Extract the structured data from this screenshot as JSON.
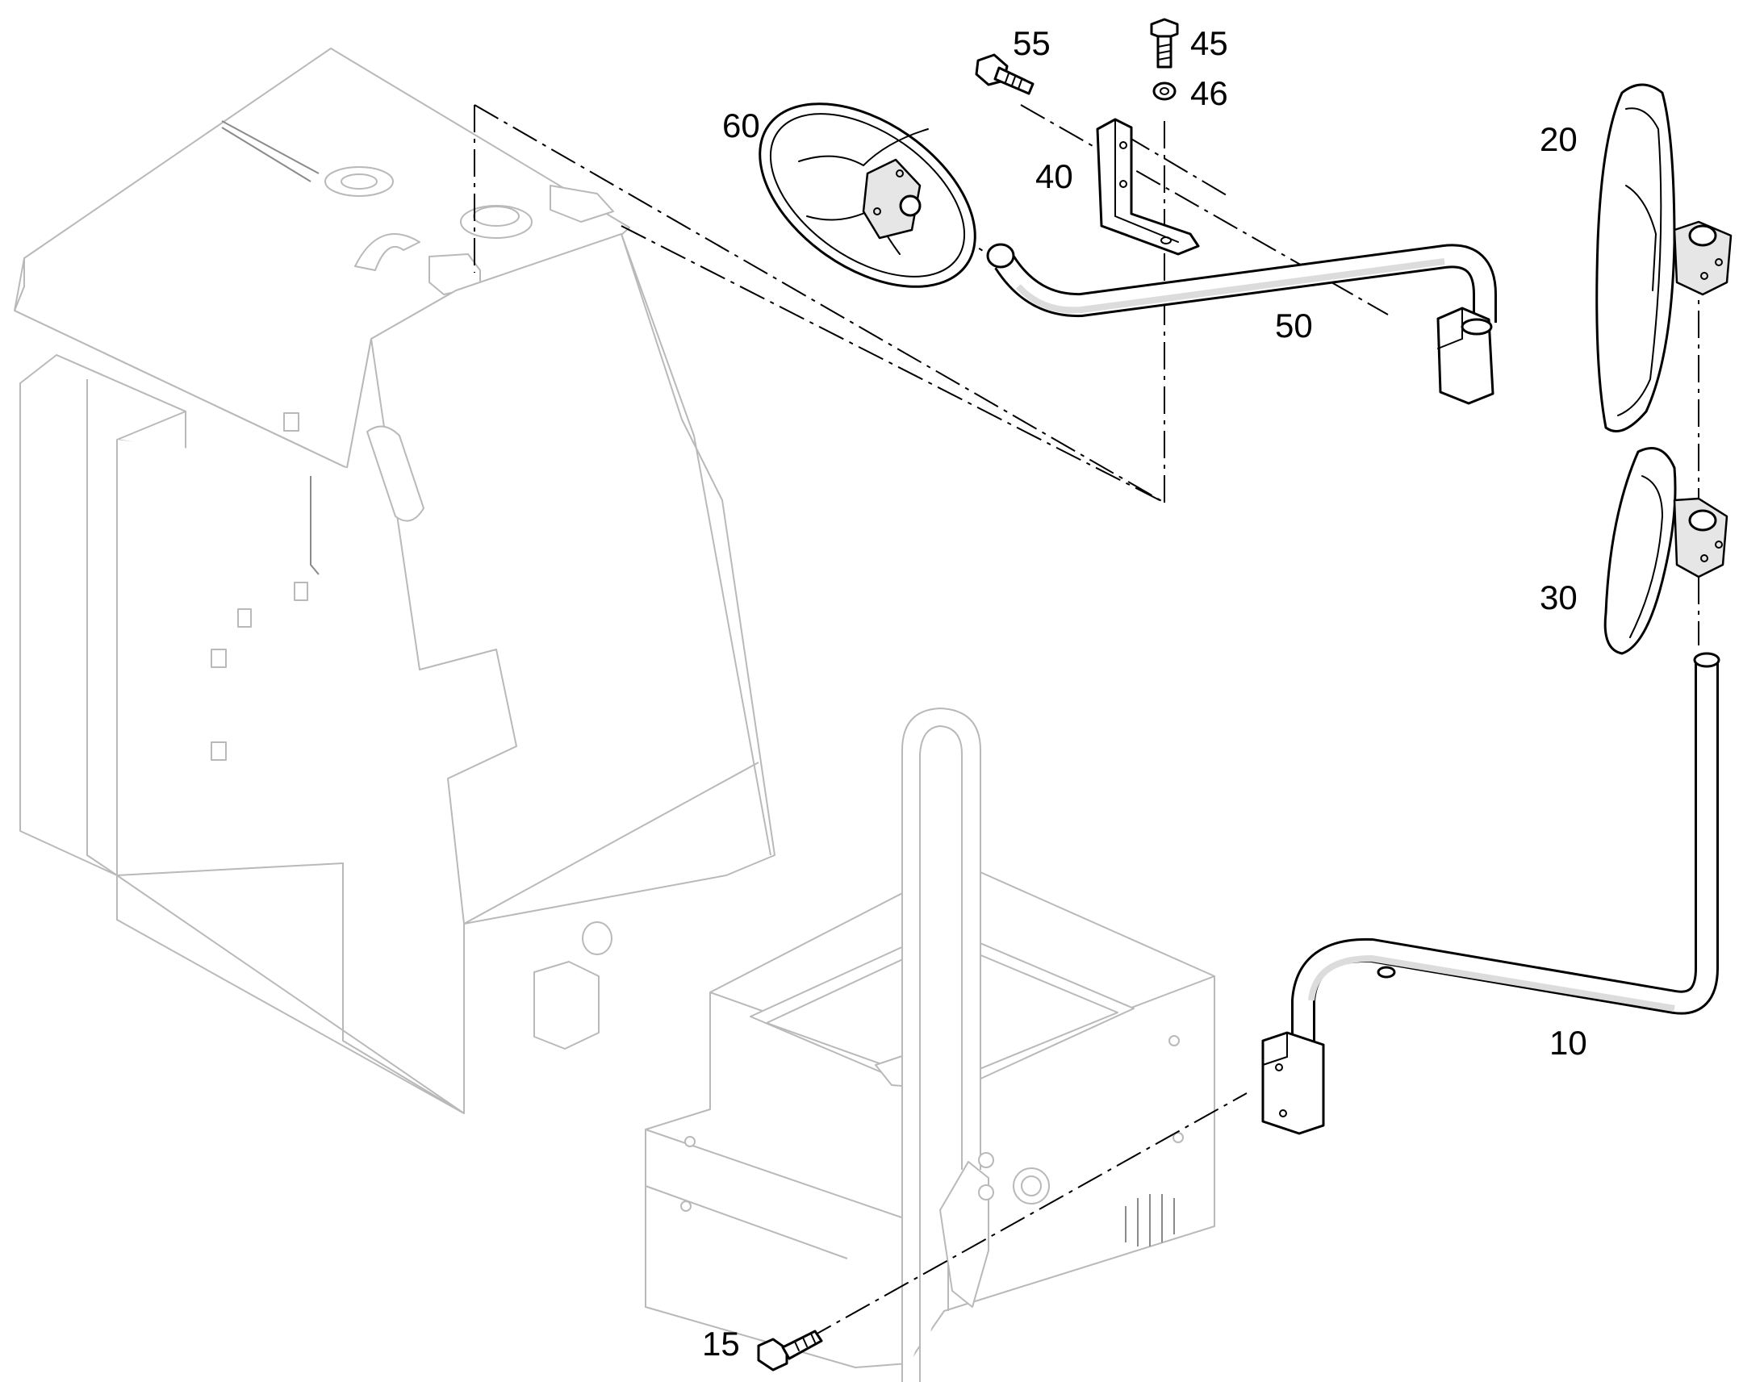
{
  "diagram": {
    "type": "exploded-parts-view",
    "callouts": [
      {
        "id": "10",
        "label": "10"
      },
      {
        "id": "15",
        "label": "15"
      },
      {
        "id": "20",
        "label": "20"
      },
      {
        "id": "30",
        "label": "30"
      },
      {
        "id": "40",
        "label": "40"
      },
      {
        "id": "45",
        "label": "45"
      },
      {
        "id": "46",
        "label": "46"
      },
      {
        "id": "50",
        "label": "50"
      },
      {
        "id": "55",
        "label": "55"
      },
      {
        "id": "60",
        "label": "60"
      }
    ]
  }
}
